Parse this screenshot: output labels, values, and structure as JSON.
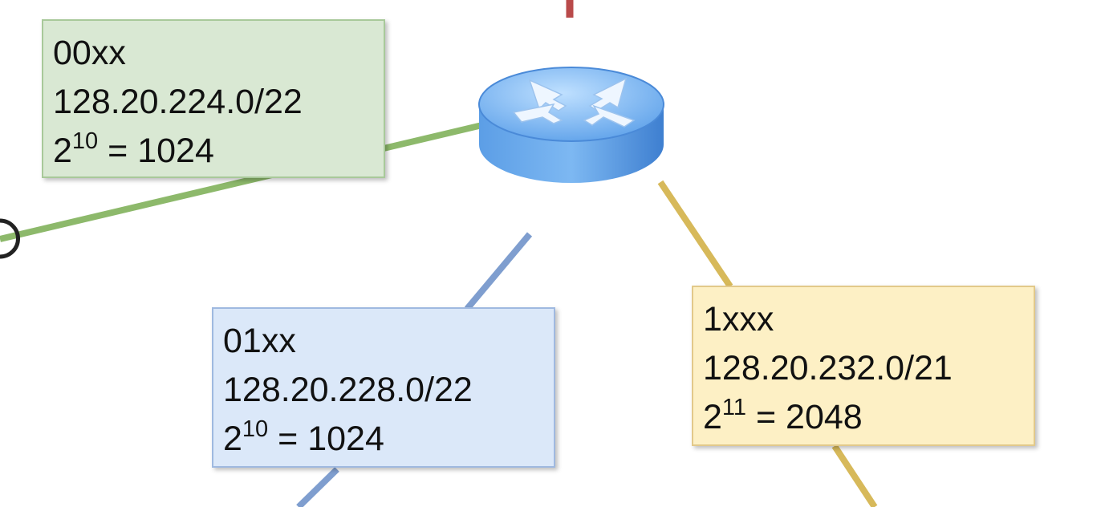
{
  "colors": {
    "green_link": "#8db96b",
    "blue_link": "#7f9ecf",
    "yellow_link": "#d7b95a",
    "red_link": "#b94a4a"
  },
  "router": {
    "icon": "router-icon"
  },
  "subnets": [
    {
      "id": "green",
      "prefix_bits": "00xx",
      "network": "128.20.224.0/22",
      "power_base": "2",
      "power_exp": "10",
      "equals": "= 1024"
    },
    {
      "id": "blue",
      "prefix_bits": "01xx",
      "network": "128.20.228.0/22",
      "power_base": "2",
      "power_exp": "10",
      "equals": "= 1024"
    },
    {
      "id": "yellow",
      "prefix_bits": "1xxx",
      "network": "128.20.232.0/21",
      "power_base": "2",
      "power_exp": "11",
      "equals": "= 2048"
    }
  ]
}
